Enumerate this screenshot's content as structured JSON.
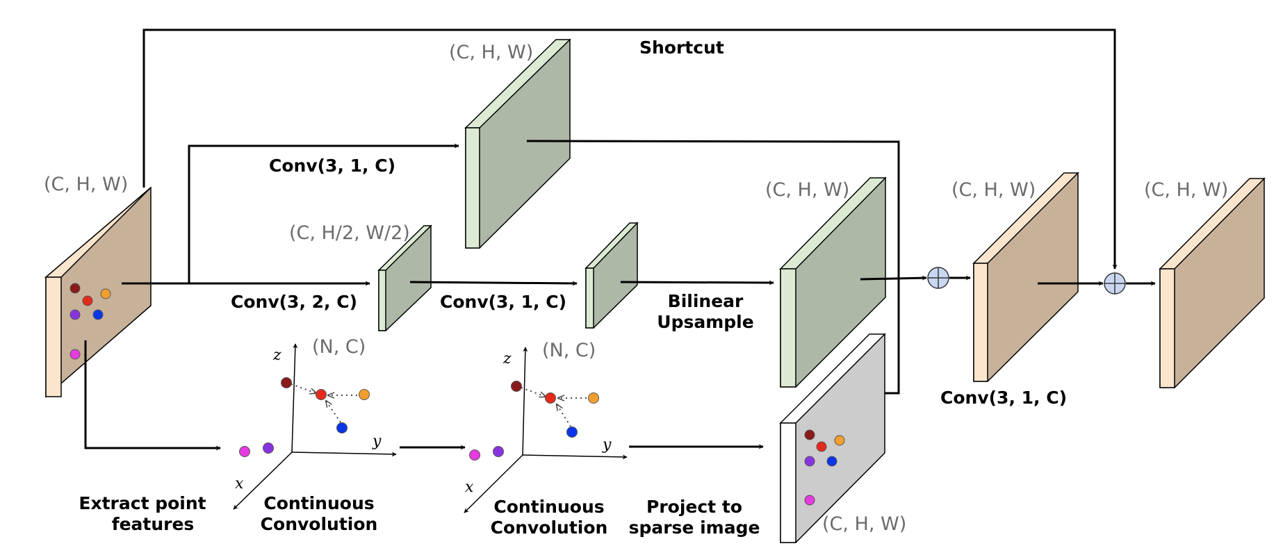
{
  "labels": {
    "shortcut": "Shortcut",
    "dim_input": "(C, H, W)",
    "dim_top": "(C, H, W)",
    "dim_half": "(C, H/2, W/2)",
    "dim_upsampled": "(C, H, W)",
    "dim_sum1": "(C, H, W)",
    "dim_output": "(C, H, W)",
    "dim_sparse": "(C, H, W)",
    "dim_points1": "(N, C)",
    "dim_points2": "(N, C)",
    "conv_top": "Conv(3, 1, C)",
    "conv_down": "Conv(3, 2, C)",
    "conv_mid": "Conv(3, 1, C)",
    "conv_final": "Conv(3, 1, C)",
    "bilinear_line1": "Bilinear",
    "bilinear_line2": "Upsample",
    "extract_line1": "Extract point",
    "extract_line2": "features",
    "cc1_line1": "Continuous",
    "cc1_line2": "Convolution",
    "cc2_line1": "Continuous",
    "cc2_line2": "Convolution",
    "project_line1": "Project to",
    "project_line2": "sparse image",
    "axis_x": "x",
    "axis_y": "y",
    "axis_z": "z"
  },
  "colors": {
    "peach_front": "#fbe5cd",
    "peach_body": "#c7b299",
    "green_front": "#dcead3",
    "green_body": "#adb8a7",
    "grey_body": "#cccccc",
    "white_front": "#ffffff",
    "adder_fill": "#c9d7f2",
    "point_darkred": "#8b1a1a",
    "point_red": "#e52a1b",
    "point_orange": "#f29e2e",
    "point_purple": "#8833e0",
    "point_blue": "#0a35e8",
    "point_magenta": "#e53be0"
  }
}
